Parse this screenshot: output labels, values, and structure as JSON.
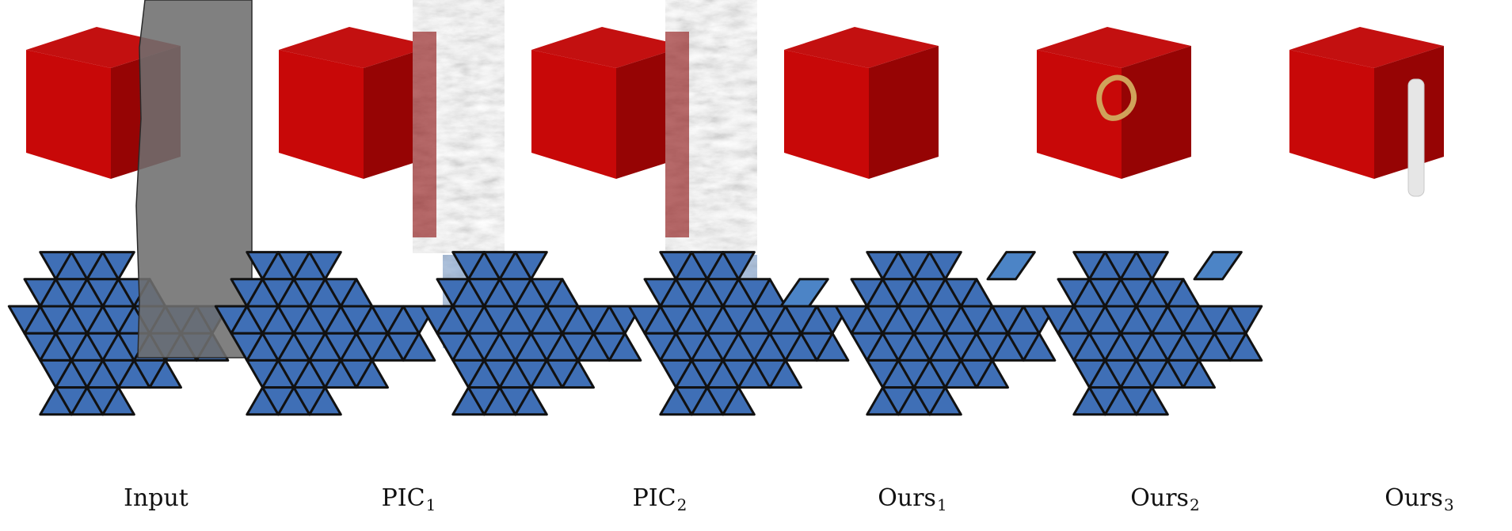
{
  "figure": {
    "panels": [
      {
        "caption_main": "Input",
        "caption_sub": ""
      },
      {
        "caption_main": "PIC",
        "caption_sub": "1"
      },
      {
        "caption_main": "PIC",
        "caption_sub": "2"
      },
      {
        "caption_main": "Ours",
        "caption_sub": "1"
      },
      {
        "caption_main": "Ours",
        "caption_sub": "2"
      },
      {
        "caption_main": "Ours",
        "caption_sub": "3"
      }
    ]
  },
  "colors": {
    "cube_top": "#c31010",
    "cube_front": "#c80808",
    "cube_side": "#960404",
    "net_fill": "#3f6fb6",
    "net_stroke": "#111111",
    "mask_gray": "#6e6e6e"
  }
}
